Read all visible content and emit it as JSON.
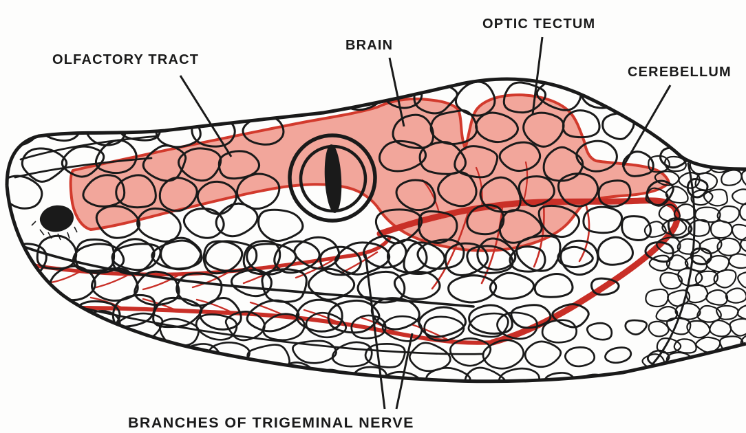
{
  "figure": {
    "labels": {
      "olfactory_tract": "OLFACTORY TRACT",
      "brain": "BRAIN",
      "optic_tectum": "OPTIC TECTUM",
      "cerebellum": "CEREBELLUM",
      "trigeminal": "BRANCHES OF TRIGEMINAL NERVE"
    },
    "colors": {
      "ink": "#1a1a1a",
      "paper": "#fdfdfc",
      "brain_fill": "#f2a69b",
      "brain_outline": "#d23a2d",
      "nerve": "#c92f27"
    }
  }
}
